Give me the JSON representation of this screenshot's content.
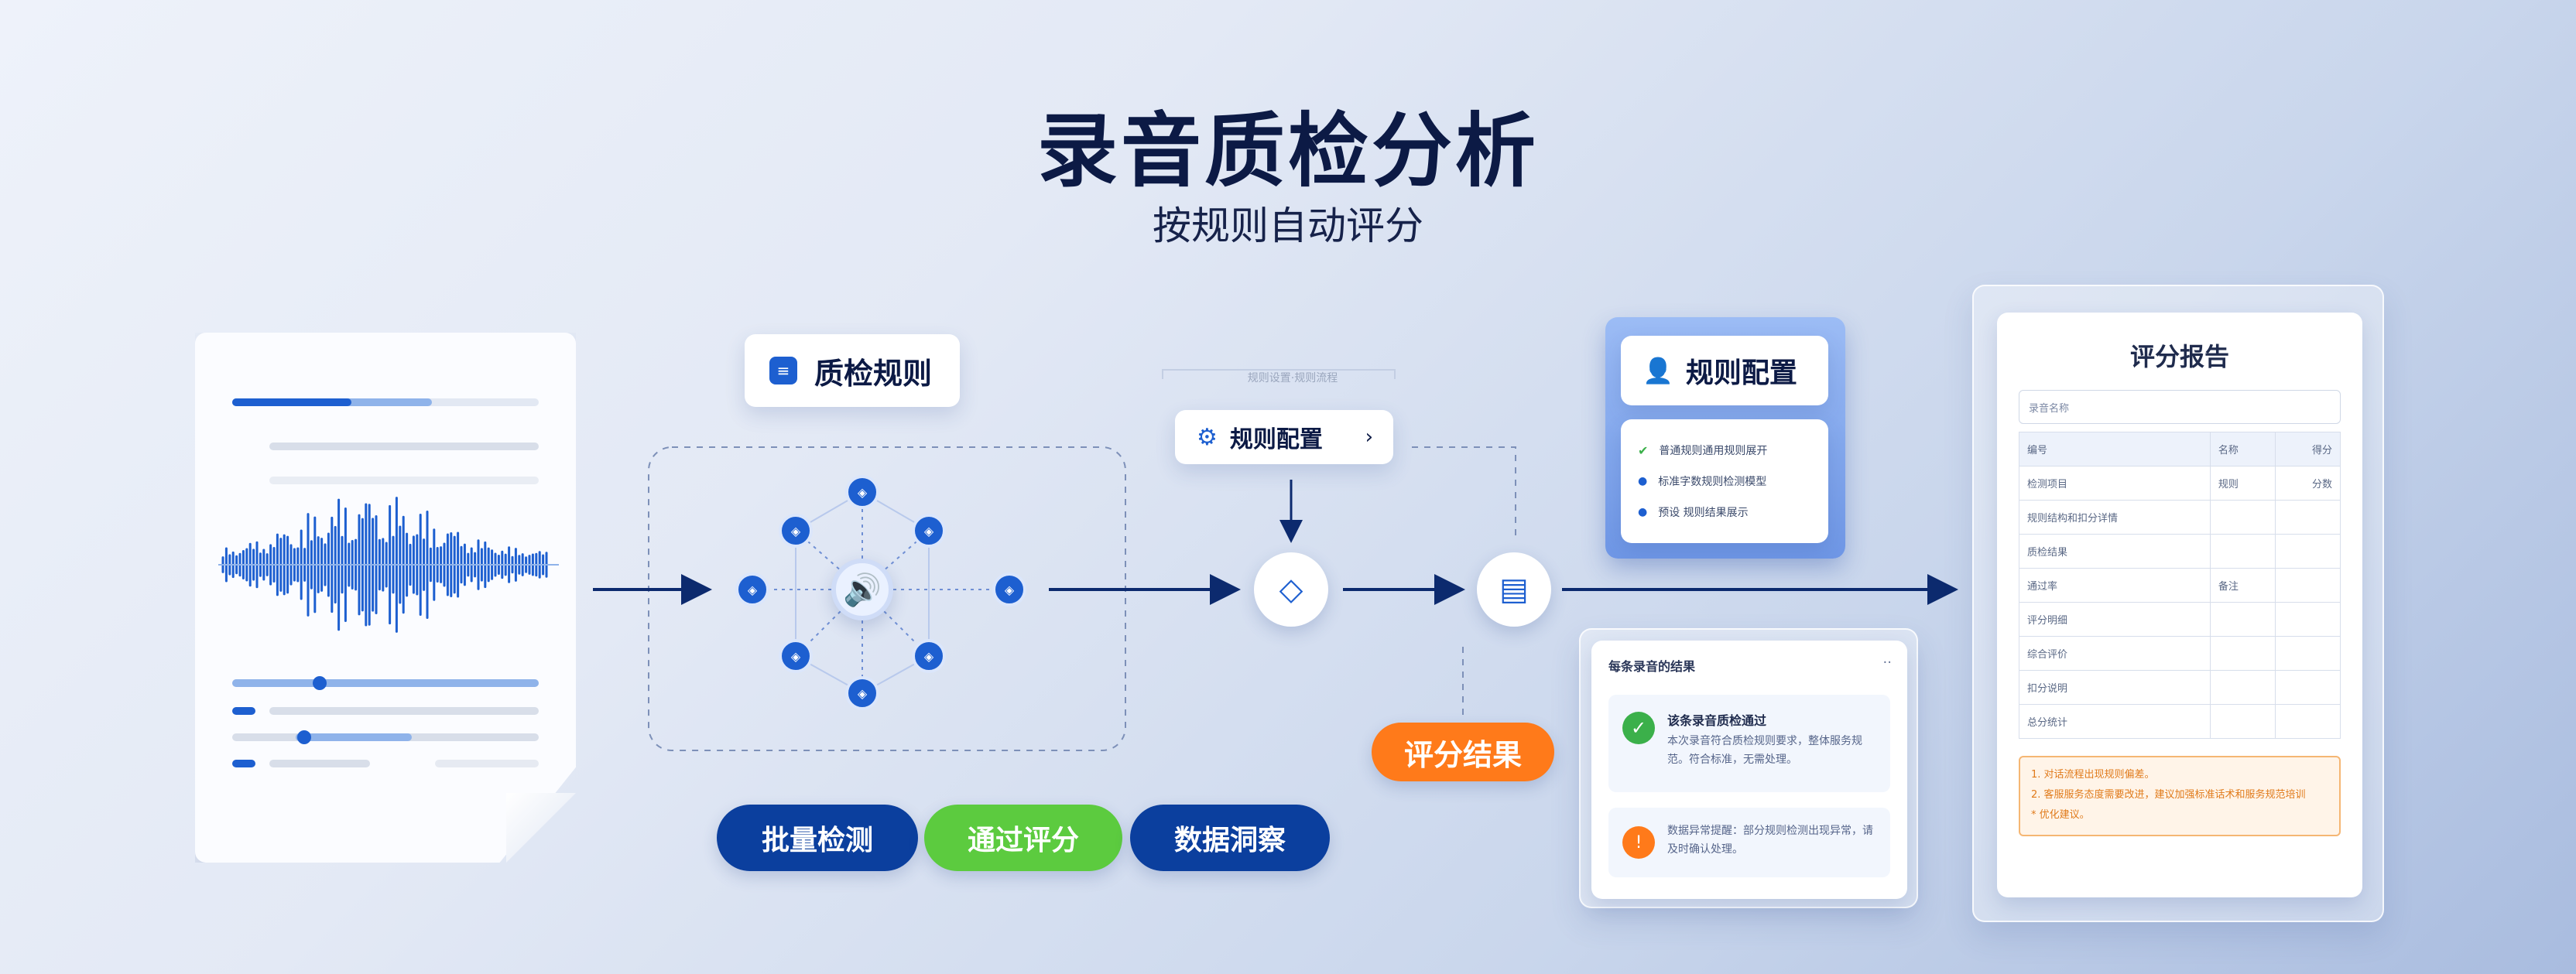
{
  "header": {
    "title": "录音质检分析",
    "subtitle": "按规则自动评分"
  },
  "rules_card": {
    "label": "质检规则"
  },
  "config_button": {
    "top_label": "规则设置·规则流程",
    "label": "规则配置"
  },
  "config_card": {
    "label": "规则配置",
    "items": [
      "普通规则通用规则展开",
      "标准字数规则检测模型",
      "预设 规则结果展示"
    ]
  },
  "result_pill": {
    "label": "评分结果"
  },
  "bottom_pills": [
    {
      "label": "批量检测",
      "color": "#0b3f9e"
    },
    {
      "label": "通过评分",
      "color": "#5ccb3f"
    },
    {
      "label": "数据洞察",
      "color": "#0b3f9e"
    }
  ],
  "result_panel": {
    "header": "每条录音的结果",
    "ok_title": "该条录音质检通过",
    "ok_text": "本次录音符合质检规则要求，整体服务规范。符合标准，无需处理。",
    "warn_text": "数据异常提醒：部分规则检测出现异常，请及时确认处理。"
  },
  "report": {
    "title": "评分报告",
    "search": "录音名称",
    "rows": [
      [
        "编号",
        "名称",
        "得分"
      ],
      [
        "检测项目",
        "规则",
        "分数"
      ],
      [
        "规则结构和扣分详情",
        "",
        ""
      ],
      [
        "质检结果",
        "",
        ""
      ],
      [
        "通过率",
        "备注",
        ""
      ],
      [
        "评分明细",
        "",
        ""
      ],
      [
        "综合评价",
        "",
        ""
      ],
      [
        "扣分说明",
        "",
        ""
      ],
      [
        "总分统计",
        "",
        ""
      ]
    ],
    "notes": [
      "1. 对话流程出现规则偏差。",
      "2. 客服服务态度需要改进，建议加强标准话术和服务规范培训",
      "* 优化建议。"
    ]
  },
  "colors": {
    "primary": "#1d5fd0",
    "navy": "#0b3f9e",
    "green": "#5ccb3f",
    "orange": "#ff7a1a"
  }
}
